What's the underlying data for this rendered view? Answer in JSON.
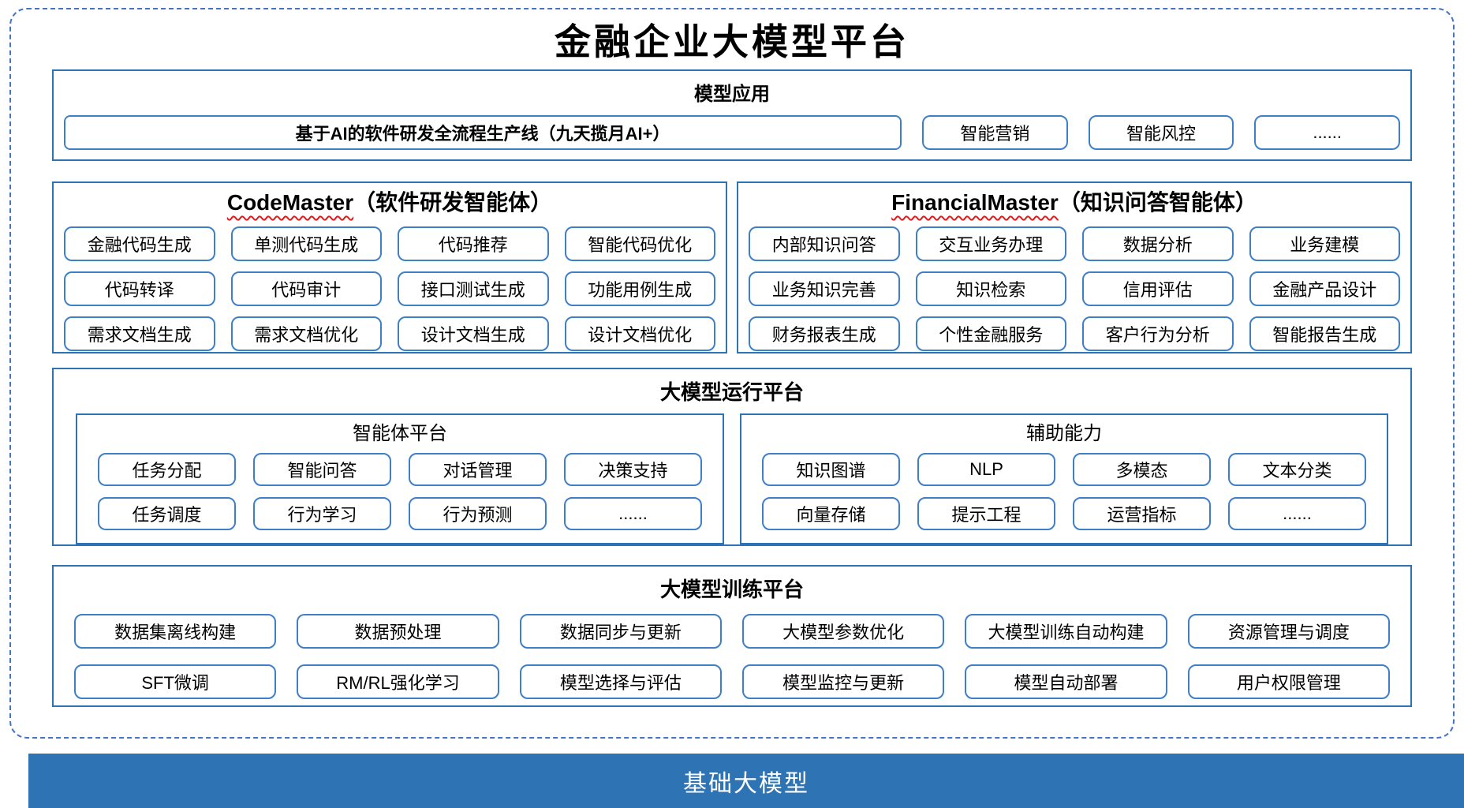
{
  "title": "金融企业大模型平台",
  "colors": {
    "accent": "#2E74B5",
    "chip_border": "#3E7FC6",
    "dashed_border": "#4472C4",
    "squiggle": "#E01B1B"
  },
  "model_app": {
    "header": "模型应用",
    "main_item": "基于AI的软件研发全流程生产线（九天揽月AI+）",
    "items": [
      "智能营销",
      "智能风控",
      "......"
    ]
  },
  "agents": [
    {
      "name_en": "CodeMaster",
      "name_zh": "（软件研发智能体）",
      "items": [
        "金融代码生成",
        "单测代码生成",
        "代码推荐",
        "智能代码优化",
        "代码转译",
        "代码审计",
        "接口测试生成",
        "功能用例生成",
        "需求文档生成",
        "需求文档优化",
        "设计文档生成",
        "设计文档优化"
      ]
    },
    {
      "name_en": "FinancialMaster",
      "name_zh": "（知识问答智能体）",
      "items": [
        "内部知识问答",
        "交互业务办理",
        "数据分析",
        "业务建模",
        "业务知识完善",
        "知识检索",
        "信用评估",
        "金融产品设计",
        "财务报表生成",
        "个性金融服务",
        "客户行为分析",
        "智能报告生成"
      ]
    }
  ],
  "runtime": {
    "header": "大模型运行平台",
    "panels": [
      {
        "title": "智能体平台",
        "items": [
          "任务分配",
          "智能问答",
          "对话管理",
          "决策支持",
          "任务调度",
          "行为学习",
          "行为预测",
          "......"
        ]
      },
      {
        "title": "辅助能力",
        "items": [
          "知识图谱",
          "NLP",
          "多模态",
          "文本分类",
          "向量存储",
          "提示工程",
          "运营指标",
          "......"
        ]
      }
    ]
  },
  "training": {
    "header": "大模型训练平台",
    "items": [
      "数据集离线构建",
      "数据预处理",
      "数据同步与更新",
      "大模型参数优化",
      "大模型训练自动构建",
      "资源管理与调度",
      "SFT微调",
      "RM/RL强化学习",
      "模型选择与评估",
      "模型监控与更新",
      "模型自动部署",
      "用户权限管理"
    ]
  },
  "foundation": {
    "label": "基础大模型"
  }
}
